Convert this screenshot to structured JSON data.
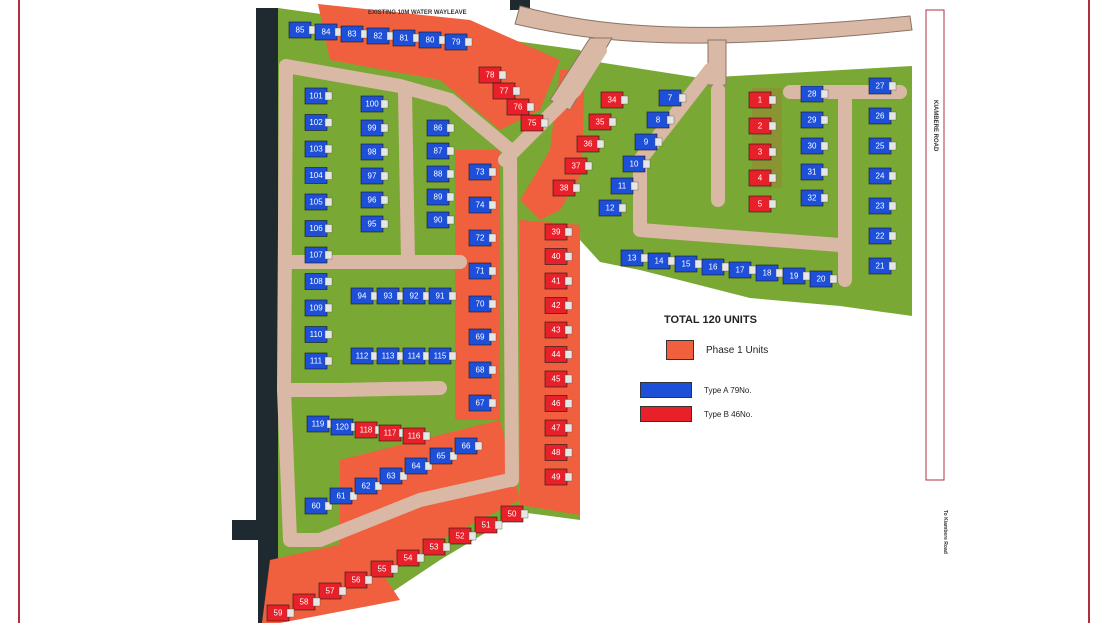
{
  "labels": {
    "wayleave": "EXISTING 10M WATER WAYLEAVE",
    "main_road": "KIAMBERE ROAD",
    "side_road": "To Kiambere Road"
  },
  "legend": {
    "title": "TOTAL 120 UNITS",
    "items": [
      {
        "label": "Phase 1 Units",
        "color": "#f0603e"
      },
      {
        "label": "Type A  79No.",
        "color": "#1e4fd8"
      },
      {
        "label": "Type B  46No.",
        "color": "#e8202a"
      }
    ]
  },
  "colors": {
    "green_plot": "#7aa834",
    "orange_phase1": "#f0603e",
    "road": "#d9b8a5",
    "type_a": "#1e4fd8",
    "type_b": "#e8202a",
    "dark_band": "#1f2a30"
  },
  "units": {
    "top_row": [
      "85",
      "84",
      "83",
      "82",
      "81",
      "80",
      "79"
    ],
    "northeast_cluster": [
      "78",
      "77",
      "76",
      "75"
    ],
    "west_column": [
      "101",
      "102",
      "103",
      "104",
      "105",
      "106",
      "107",
      "108",
      "109",
      "110",
      "111"
    ],
    "center_left_col1": [
      "100",
      "99",
      "98",
      "97",
      "96",
      "95"
    ],
    "center_left_col2": [
      "86",
      "87",
      "88",
      "89",
      "90"
    ],
    "middle_row": [
      "94",
      "93",
      "92",
      "91"
    ],
    "lower_middle_row": [
      "112",
      "113",
      "114",
      "115"
    ],
    "center_column": [
      "73",
      "74",
      "72",
      "71",
      "70",
      "69",
      "68",
      "67"
    ],
    "east_column": [
      "39",
      "40",
      "41",
      "42",
      "43",
      "44",
      "45",
      "46",
      "47",
      "48",
      "49"
    ],
    "diagonal_column": [
      "34",
      "35",
      "36",
      "37",
      "38"
    ],
    "right_diagonal": [
      "7",
      "8",
      "9",
      "10",
      "11",
      "12"
    ],
    "right_center_red": [
      "1",
      "2",
      "3",
      "4",
      "5"
    ],
    "right_bottom_row": [
      "13",
      "14",
      "15",
      "16",
      "17",
      "18",
      "19",
      "20"
    ],
    "far_right_left_col": [
      "28",
      "29",
      "30",
      "31",
      "32"
    ],
    "far_right_right_col": [
      "27",
      "26",
      "25",
      "24",
      "23",
      "22",
      "21"
    ],
    "southwest_cluster": [
      "119",
      "120",
      "118",
      "117",
      "116"
    ],
    "south_row": [
      "60",
      "61",
      "62",
      "63",
      "64",
      "65",
      "66"
    ],
    "south_orange_row": [
      "50",
      "51",
      "52",
      "53",
      "54",
      "55",
      "56",
      "57",
      "58",
      "59"
    ]
  }
}
